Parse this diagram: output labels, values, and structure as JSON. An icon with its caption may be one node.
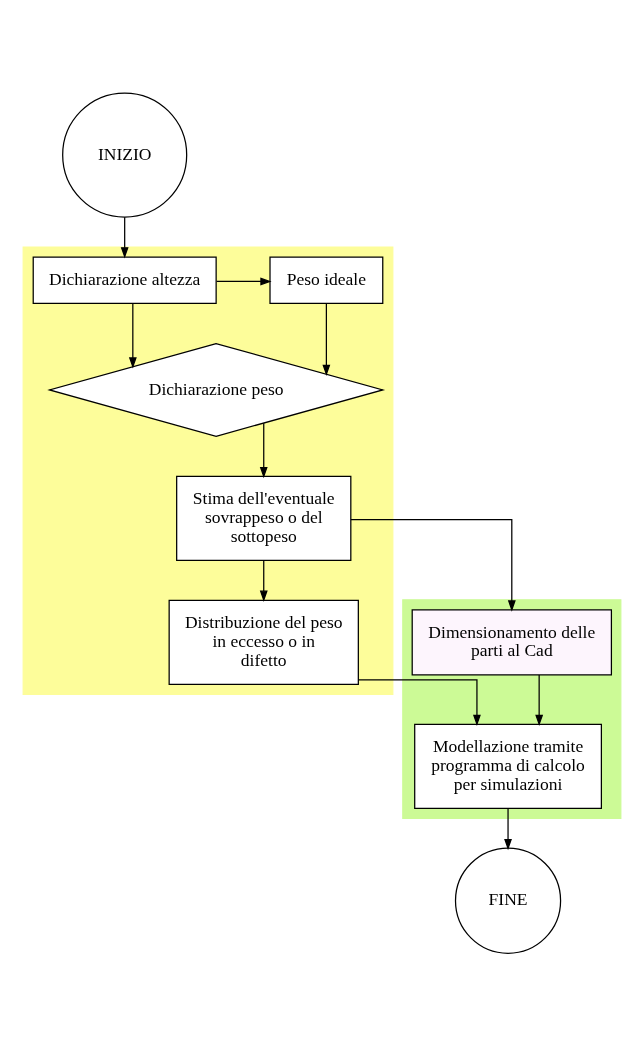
{
  "diagram": {
    "nodes": [
      {
        "text": [
          "INIZIO"
        ]
      },
      {
        "text": [],
        "shape": "band"
      },
      {
        "text": [
          "Dichiarazione altezza"
        ],
        "in": 1
      },
      {
        "text": [
          "Peso ideale"
        ],
        "in": 1
      },
      {
        "text": [
          "Dichiarazione peso"
        ],
        "in": 1
      },
      {
        "text": [
          "Stima dell'eventuale sovrappeso o del sottopeso"
        ],
        "in": 1
      },
      {
        "text": [],
        "shape": "band"
      },
      {
        "text": [
          "Dimensionamento delle parti al Cad"
        ],
        "in": 6
      },
      {
        "text": [
          "Distribuzione del peso in eccesso o in difetto"
        ],
        "in": 1
      },
      {
        "text": [
          "Modellazione tramite programma di calcolo per simulazioni"
        ],
        "in": 6
      },
      {
        "text": [
          "FINE"
        ]
      }
    ],
    "edges": [
      {
        "from": 0,
        "to": 2,
        "arrow": "to"
      },
      {
        "from": 2,
        "to": 3,
        "arrow": "to"
      },
      {
        "from": 2,
        "to": 4,
        "arrow": "to"
      },
      {
        "from": 3,
        "to": 4,
        "arrow": "to"
      },
      {
        "from": 4,
        "to": 5,
        "arrow": "to"
      },
      {
        "from": 5,
        "to": 7,
        "arrow": "to"
      },
      {
        "from": 5,
        "to": 8,
        "arrow": "to"
      },
      {
        "from": 7,
        "to": 9,
        "arrow": "to"
      },
      {
        "from": 8,
        "to": 9,
        "arrow": "to"
      },
      {
        "from": 9,
        "to": 10,
        "arrow": "to"
      }
    ]
  }
}
